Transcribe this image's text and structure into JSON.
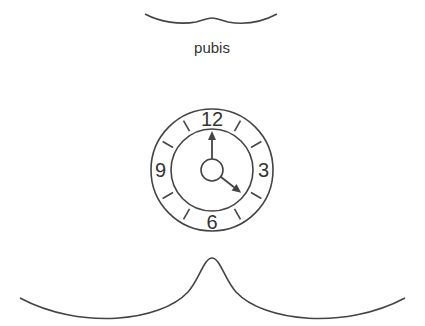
{
  "diagram": {
    "nodes": [
      {
        "text": [
          "12",
          "9",
          "3",
          "6"
        ]
      }
    ],
    "labels": [
      "pubis"
    ]
  }
}
